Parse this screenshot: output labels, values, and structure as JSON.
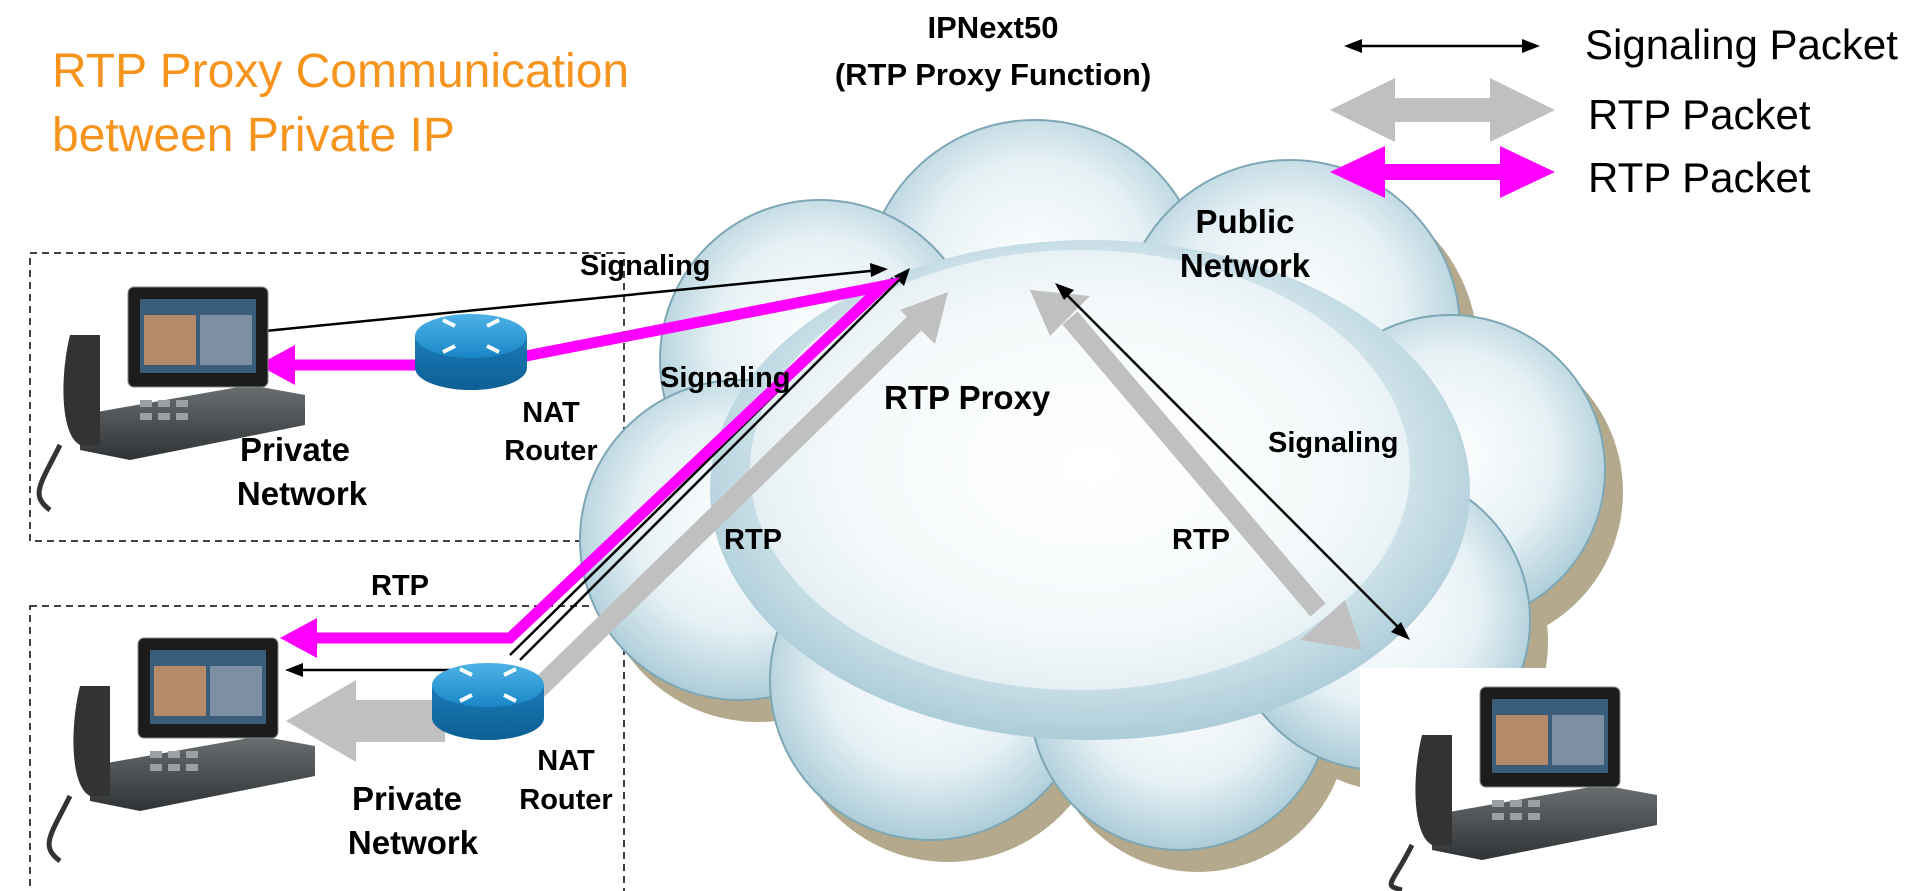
{
  "title": {
    "line1": "RTP Proxy Communication",
    "line2": "between Private IP"
  },
  "server": {
    "name": "IPNext50",
    "function": "(RTP Proxy Function)"
  },
  "legend": [
    {
      "label": "Signaling Packet",
      "style": "thin-black",
      "color": "#000000"
    },
    {
      "label": "RTP Packet",
      "style": "thick-gray",
      "color": "#c0c0c0"
    },
    {
      "label": "RTP Packet",
      "style": "thick-magenta",
      "color": "#ff00ff"
    }
  ],
  "cloud": {
    "label_line1": "Public",
    "label_line2": "Network",
    "proxy_label": "RTP Proxy"
  },
  "networks": [
    {
      "line1": "Private",
      "line2": "Network",
      "router_line1": "NAT",
      "router_line2": "Router"
    },
    {
      "line1": "Private",
      "line2": "Network",
      "router_line1": "NAT",
      "router_line2": "Router"
    }
  ],
  "flow_labels": {
    "signaling_top": "Signaling",
    "signaling_mid": "Signaling",
    "signaling_right": "Signaling",
    "rtp_left": "RTP",
    "rtp_center": "RTP",
    "rtp_right": "RTP"
  },
  "colors": {
    "title": "#f7941d",
    "rtp_gray": "#c0c0c0",
    "rtp_magenta": "#ff00ff",
    "router": "#1f8fcf"
  }
}
